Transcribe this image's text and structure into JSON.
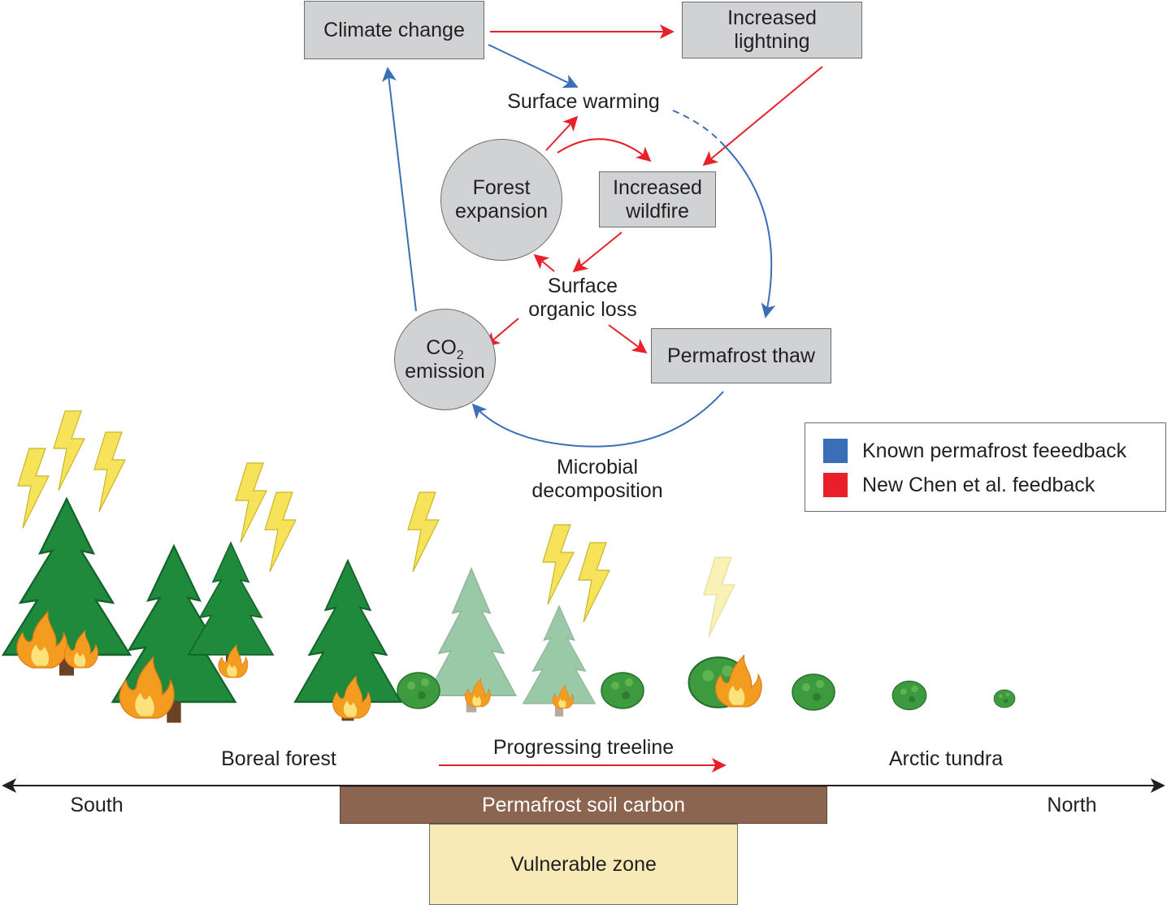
{
  "nodes": {
    "climate_change": "Climate change",
    "increased_lightning": "Increased lightning",
    "surface_warming": "Surface warming",
    "forest_expansion": "Forest expansion",
    "increased_wildfire": "Increased wildfire",
    "surface_organic_loss": "Surface organic loss",
    "co2_main": "CO",
    "co2_sub": "2",
    "co2_emission": "emission",
    "permafrost_thaw": "Permafrost thaw",
    "microbial_decomposition": "Microbial decomposition"
  },
  "legend": {
    "known": {
      "label": "Known permafrost feeedback",
      "color": "#3a6fb7"
    },
    "new": {
      "label": "New Chen et al. feedback",
      "color": "#e8202a"
    }
  },
  "landscape": {
    "boreal_forest": "Boreal forest",
    "progressing_treeline": "Progressing treeline",
    "arctic_tundra": "Arctic tundra",
    "south": "South",
    "north": "North",
    "permafrost_soil_carbon": "Permafrost soil carbon",
    "vulnerable_zone": "Vulnerable zone"
  },
  "colors": {
    "box_fill": "#d1d2d4",
    "soil": "#8b6550",
    "vulnerable_zone": "#f8eab6",
    "tree": "#1f8a3c",
    "bolt": "#f6e35a",
    "fire": "#f39c1f"
  }
}
